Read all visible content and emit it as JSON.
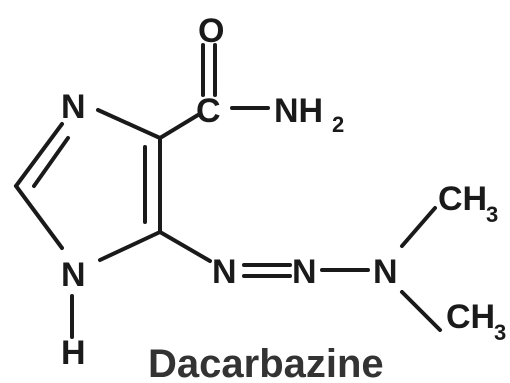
{
  "molecule": {
    "name": "Dacarbazine",
    "atoms": {
      "o": "O",
      "c": "C",
      "nh2_main": "NH",
      "nh2_sub": "2",
      "n_ring_top": "N",
      "n_ring_bottom": "N",
      "h_ring": "H",
      "n_azo1": "N",
      "n_azo2": "N",
      "n_amine": "N",
      "ch3_top_main": "CH",
      "ch3_top_sub": "3",
      "ch3_bottom_main": "CH",
      "ch3_bottom_sub": "3"
    }
  }
}
